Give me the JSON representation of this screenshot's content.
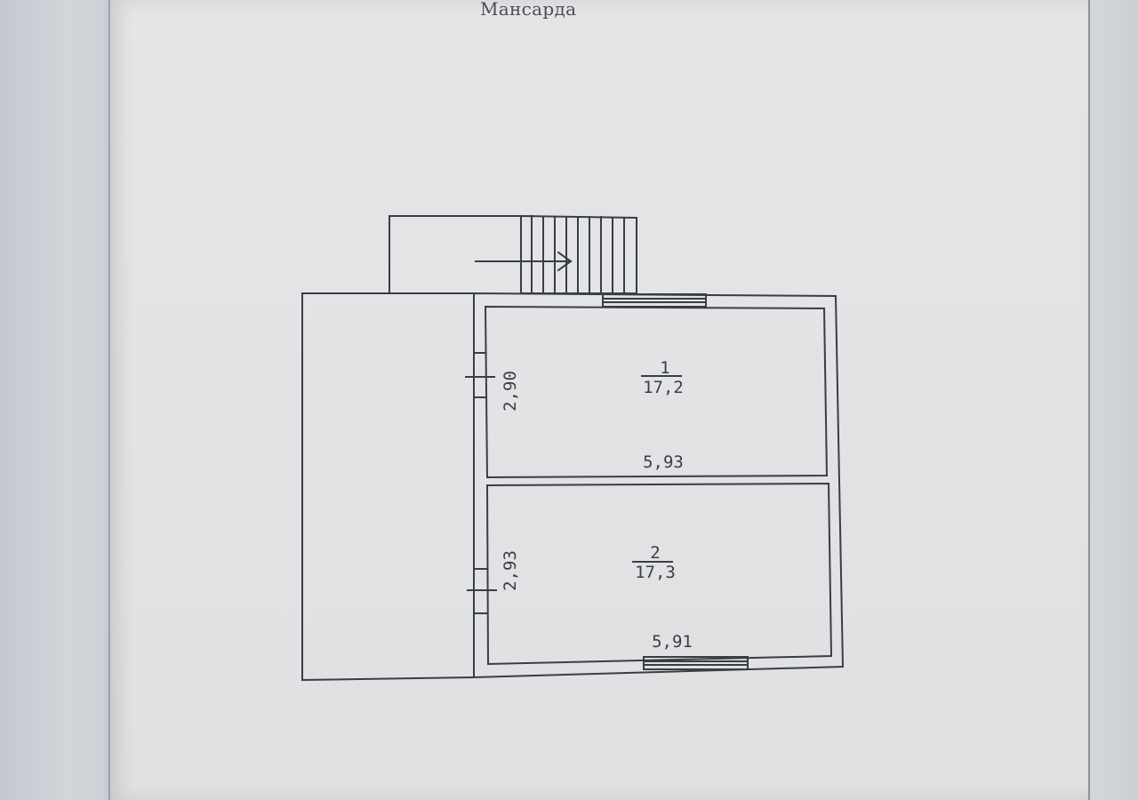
{
  "title": "Мансарда",
  "rooms": [
    {
      "number": "1",
      "area": "17,2",
      "width": "5,93",
      "depth": "2,90"
    },
    {
      "number": "2",
      "area": "17,3",
      "width": "5,91",
      "depth": "2,93"
    }
  ],
  "colors": {
    "line": "#3a3d43",
    "paper": "#e3e4e6"
  }
}
